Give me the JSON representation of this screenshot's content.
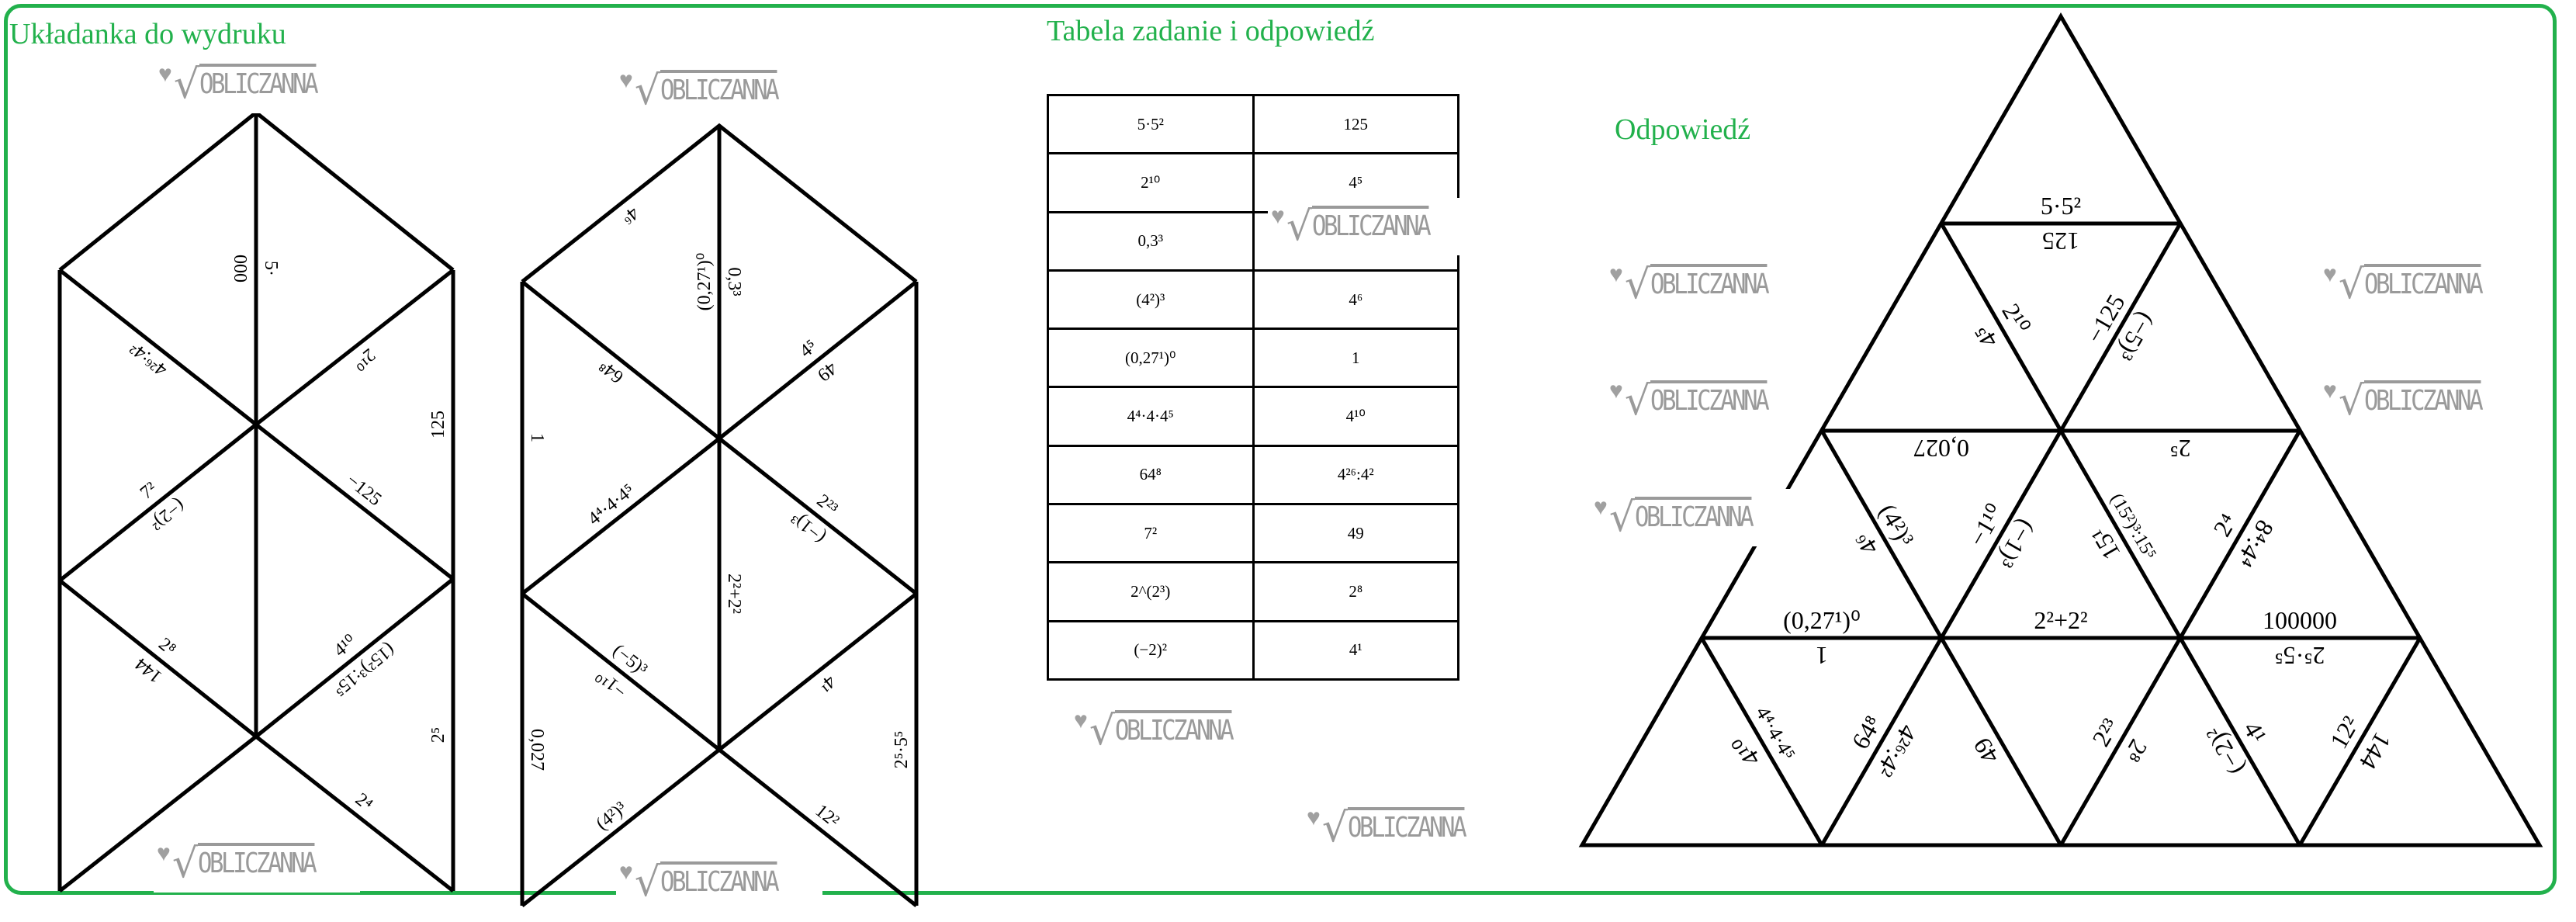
{
  "headings": {
    "puzzle": "Układanka do wydruku",
    "table": "Tabela zadanie i odpowiedź",
    "answer": "Odpowiedź"
  },
  "watermark": "OBLICZANNA",
  "colors": {
    "accent": "#22b14c",
    "watermark": "#9a9a9a"
  },
  "table": {
    "rows": [
      {
        "task": "5·5²",
        "answer": "125"
      },
      {
        "task": "2¹⁰",
        "answer": "4⁵"
      },
      {
        "task": "0,3³",
        "answer": ""
      },
      {
        "task": "(4²)³",
        "answer": "4⁶"
      },
      {
        "task": "(0,27¹)⁰",
        "answer": "1"
      },
      {
        "task": "4⁴·4·4⁵",
        "answer": "4¹⁰"
      },
      {
        "task": "64⁸",
        "answer": "4²⁶:4²"
      },
      {
        "task": "7²",
        "answer": "49"
      },
      {
        "task": "2^(2³)",
        "answer": "2⁸"
      },
      {
        "task": "(−2)²",
        "answer": "4¹"
      }
    ]
  },
  "puzzle_left": [
    "000",
    "5·",
    "4²⁶:4²",
    "2¹⁰",
    "125",
    "7²",
    "(−2)²",
    "−125",
    "2⁸",
    "144",
    "4¹⁰",
    "(15²)³:15⁵",
    "2⁵",
    "2⁴"
  ],
  "puzzle_right": [
    "4⁶",
    "(0,27¹)⁰",
    "0,3³",
    "4⁵",
    "64⁸",
    "49",
    "1",
    "4⁴·4·4⁵",
    "2²³",
    "(−1)³",
    "2²+2²",
    "(−5)³",
    "−1¹⁰",
    "4¹",
    "0,027",
    "2⁵·5⁵",
    "(4²)³",
    "12²"
  ],
  "pyramid": [
    "5·5²",
    "125",
    "4⁵",
    "2¹⁰",
    "−125",
    "(−5)³",
    "0,027",
    "2⁵",
    "4⁶",
    "(4²)³",
    "−1¹⁰",
    "(−1)³",
    "15¹",
    "(15²)³:15⁵",
    "2⁴",
    "8⁴:4⁴",
    "(0,27¹)⁰",
    "2²+2²",
    "100000",
    "1",
    "2⁵·5⁵",
    "4¹⁰",
    "4⁴·4·4⁵",
    "64⁸",
    "4²⁶:4²",
    "49",
    "2²³",
    "2⁸",
    "(−2)²",
    "4¹",
    "12²",
    "144"
  ]
}
